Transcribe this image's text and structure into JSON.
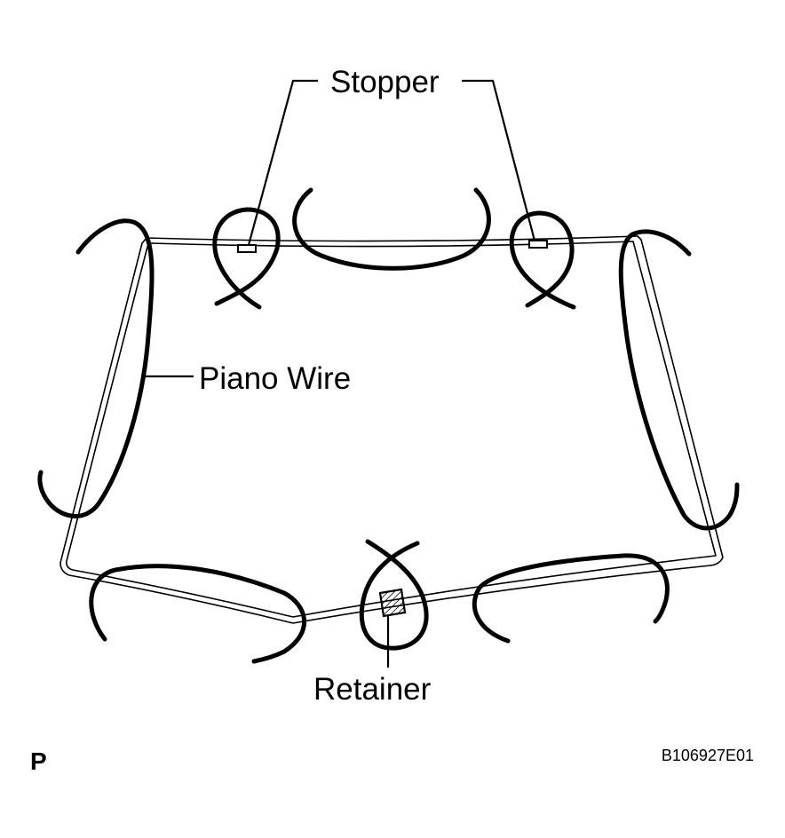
{
  "labels": {
    "stopper": "Stopper",
    "piano_wire": "Piano Wire",
    "retainer": "Retainer",
    "view_code": "P",
    "figure_id": "B106927E01"
  }
}
